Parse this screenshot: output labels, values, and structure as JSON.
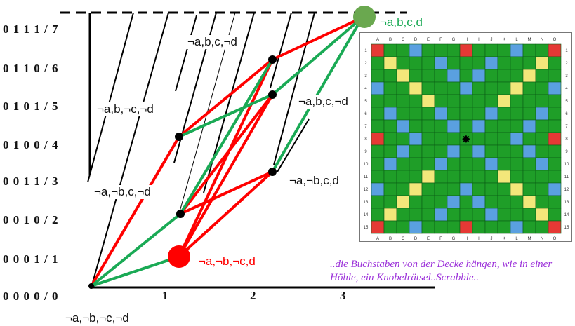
{
  "y_axis_labels": [
    "0 1 1 1 / 7",
    "0 1 1 0 / 6",
    "0 1 0 1 / 5",
    "0 1 0 0 / 4",
    "0 0 1 1 / 3",
    "0 0 1 0 / 2",
    "0 0 0 1 / 1",
    "0 0 0 0 / 0"
  ],
  "x_axis_labels": [
    "1",
    "2",
    "3"
  ],
  "nodes": {
    "top": "¬a,b,c,d",
    "bottom": "¬a,¬b,¬c,d",
    "origin": "¬a,¬b,¬c,¬d",
    "n1": "¬a,b,c,¬d",
    "n2": "¬a,b,¬c,¬d",
    "n3": "¬a,b,c,¬d",
    "n4": "¬a,¬b,c,¬d",
    "n5": "¬a,¬b,c,d"
  },
  "caption": "..die Buchstaben von der Decke hängen, wie in einer Höhle, ein Knobelrätsel..Scrabble..",
  "board": {
    "columns": [
      "A",
      "B",
      "C",
      "D",
      "E",
      "F",
      "G",
      "H",
      "I",
      "J",
      "K",
      "L",
      "M",
      "N",
      "O"
    ],
    "rows": [
      "1",
      "2",
      "3",
      "4",
      "5",
      "6",
      "7",
      "8",
      "9",
      "10",
      "11",
      "12",
      "13",
      "14",
      "15"
    ]
  },
  "colors": {
    "red": "#ff0000",
    "green": "#1aaa55",
    "node_green": "#6aa84f",
    "board_green": "#1f9e28"
  }
}
